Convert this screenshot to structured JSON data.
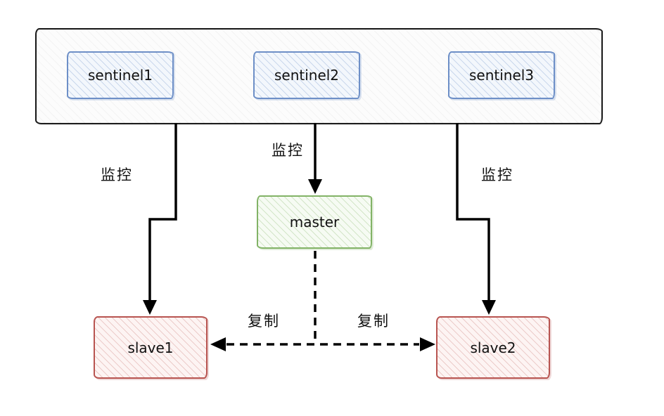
{
  "diagram": {
    "nodes": {
      "sentinels": [
        {
          "label": "sentinel1"
        },
        {
          "label": "sentinel2"
        },
        {
          "label": "sentinel3"
        }
      ],
      "master": {
        "label": "master"
      },
      "slaves": [
        {
          "label": "slave1"
        },
        {
          "label": "slave2"
        }
      ]
    },
    "edges": {
      "monitor_left_label": "监控",
      "monitor_center_label": "监控",
      "monitor_right_label": "监控",
      "replicate_left_label": "复制",
      "replicate_right_label": "复制"
    },
    "colors": {
      "container_border": "#1a1a1a",
      "sentinel_border": "#6d8fc7",
      "master_border": "#82b366",
      "slave_border": "#b85450",
      "arrow": "#000000"
    }
  }
}
